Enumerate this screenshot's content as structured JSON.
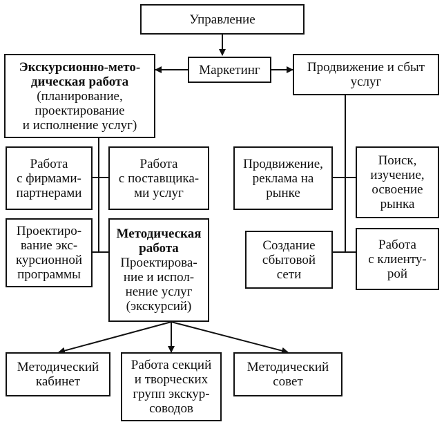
{
  "diagram": {
    "top": {
      "label": "Управление"
    },
    "marketing": {
      "label": "Маркетинг"
    },
    "excursion": {
      "title": "Экскурсионно-мето-\nдическая работа",
      "subtitle": "(планирование,\nпроектирование\nи исполнение услуг)"
    },
    "promotion_sales": {
      "label": "Продвижение и сбыт\nуслуг"
    },
    "partners": {
      "label": "Работа\nс фирмами-\nпартнерами"
    },
    "suppliers": {
      "label": "Работа\nс поставщика-\nми услуг"
    },
    "program_design": {
      "label": "Проектиро-\nвание экс-\nкурсионной\nпрограммы"
    },
    "methodical": {
      "title": "Методическая\nработа",
      "subtitle": "Проектирова-\nние и испол-\nнение услуг\n(экскурсий)"
    },
    "advertising": {
      "label": "Продвижение,\nреклама на\nрынке"
    },
    "market_research": {
      "label": "Поиск,\nизучение,\nосвоение\nрынка"
    },
    "sales_network": {
      "label": "Создание\nсбытовой\nсети"
    },
    "clients": {
      "label": "Работа\nс клиенту-\nрой"
    },
    "cabinet": {
      "label": "Методический\nкабинет"
    },
    "sections": {
      "label": "Работа секций\nи творческих\nгрупп экскур-\nсоводов"
    },
    "council": {
      "label": "Методический\nсовет"
    }
  },
  "colors": {
    "line": "#111111",
    "background": "#ffffff"
  }
}
